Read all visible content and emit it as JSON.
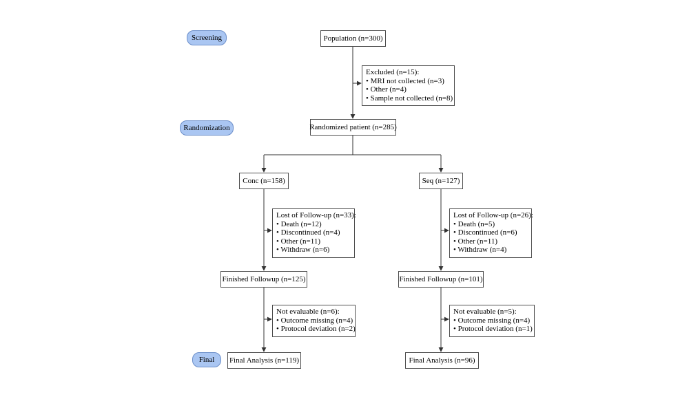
{
  "diagram": {
    "stages": {
      "screening": "Screening",
      "randomization": "Randomization",
      "final": "Final"
    },
    "nodes": {
      "population": "Population (n=300)",
      "randomized": "Randomized patient (n=285)",
      "conc": "Conc (n=158)",
      "seq": "Seq (n=127)",
      "finished_conc": "Finished Followup (n=125)",
      "finished_seq": "Finished Followup (n=101)",
      "final_conc": "Final Analysis (n=119)",
      "final_seq": "Final Analysis (n=96)"
    },
    "side_boxes": {
      "excluded": {
        "title": "Excluded (n=15):",
        "items": [
          "• MRI not collected (n=3)",
          "• Other (n=4)",
          "• Sample not collected (n=8)"
        ]
      },
      "lost_conc": {
        "title": "Lost of Follow-up (n=33):",
        "items": [
          "• Death (n=12)",
          "• Discontinued (n=4)",
          "• Other (n=11)",
          "• Withdraw (n=6)"
        ]
      },
      "lost_seq": {
        "title": "Lost of Follow-up (n=26):",
        "items": [
          "• Death (n=5)",
          "• Discontinued (n=6)",
          "• Other (n=11)",
          "• Withdraw (n=4)"
        ]
      },
      "noteval_conc": {
        "title": "Not evaluable (n=6):",
        "items": [
          "• Outcome missing (n=4)",
          "• Protocol deviation (n=2)"
        ]
      },
      "noteval_seq": {
        "title": "Not evaluable (n=5):",
        "items": [
          "• Outcome missing (n=4)",
          "• Protocol deviation (n=1)"
        ]
      }
    },
    "colors": {
      "stage_fill": "#aac6f2",
      "stage_border": "#6b8ec9",
      "box_border": "#4d4d4d",
      "line": "#333333"
    }
  }
}
